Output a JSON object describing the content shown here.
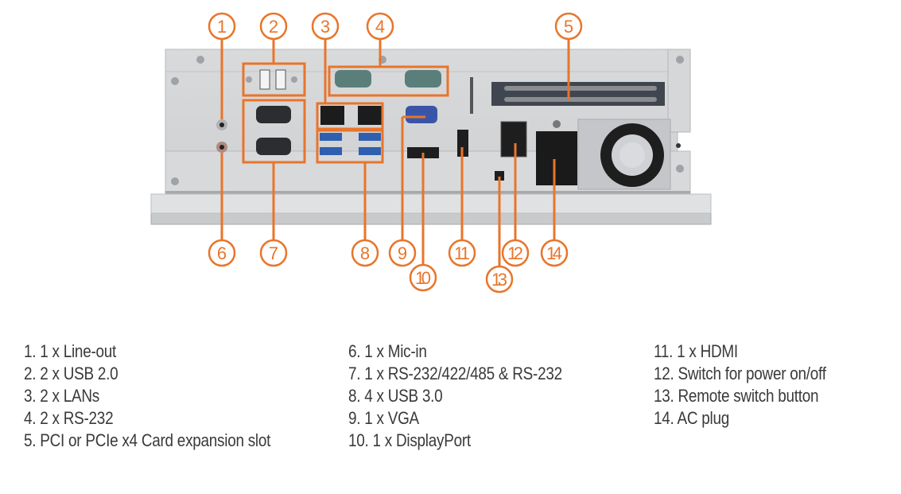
{
  "accent_color": "#e8752b",
  "callouts": [
    {
      "number": "1",
      "target": "line-out-jack"
    },
    {
      "number": "2",
      "target": "usb2-ports"
    },
    {
      "number": "3",
      "target": "lan-ports"
    },
    {
      "number": "4",
      "target": "rs232-top-ports"
    },
    {
      "number": "5",
      "target": "expansion-slot"
    },
    {
      "number": "6",
      "target": "mic-in-jack"
    },
    {
      "number": "7",
      "target": "serial-ports"
    },
    {
      "number": "8",
      "target": "usb3-ports"
    },
    {
      "number": "9",
      "target": "vga-port"
    },
    {
      "number": "10",
      "target": "displayport"
    },
    {
      "number": "11",
      "target": "hdmi-port"
    },
    {
      "number": "12",
      "target": "power-switch"
    },
    {
      "number": "13",
      "target": "remote-switch"
    },
    {
      "number": "14",
      "target": "ac-plug"
    }
  ],
  "legend": {
    "column1": [
      "1. 1 x Line-out",
      "2. 2 x USB 2.0",
      "3. 2 x LANs",
      "4. 2 x RS-232",
      "5. PCI or PCIe x4 Card expansion slot"
    ],
    "column2": [
      "6. 1 x Mic-in",
      "7. 1 x RS-232/422/485 & RS-232",
      "8. 4 x USB 3.0",
      "9. 1 x VGA",
      "10. 1 x DisplayPort"
    ],
    "column3": [
      "11. 1 x HDMI",
      "12. Switch for power on/off",
      "13. Remote switch button",
      "14. AC plug"
    ]
  }
}
